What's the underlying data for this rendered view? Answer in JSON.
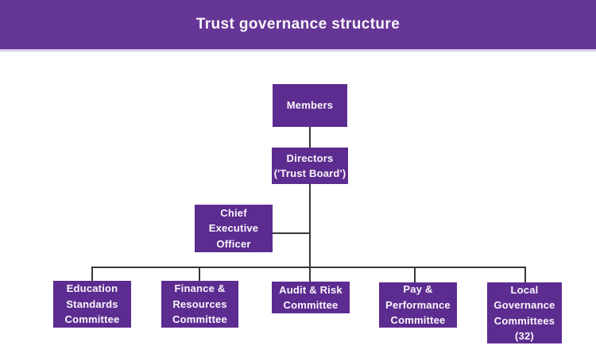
{
  "header": {
    "title": "Trust governance structure"
  },
  "colors": {
    "header_bg": "#663696",
    "header_text": "#f9f7fb",
    "accent_strip": "#d9cdea",
    "box_bg": "#5d2c90",
    "box_text": "#f9f7fb",
    "line": "#383838",
    "page_bg": "#ffffff"
  },
  "org_chart": {
    "nodes": [
      {
        "id": "members",
        "label": "Members"
      },
      {
        "id": "directors",
        "label": "Directors\n('Trust Board')"
      },
      {
        "id": "ceo",
        "label": "Chief\nExecutive\nOfficer"
      },
      {
        "id": "education-standards",
        "label": "Education\nStandards\nCommittee"
      },
      {
        "id": "finance-resources",
        "label": "Finance &\nResources\nCommittee"
      },
      {
        "id": "audit-risk",
        "label": "Audit & Risk\nCommittee"
      },
      {
        "id": "pay-performance",
        "label": "Pay &\nPerformance\nCommittee"
      },
      {
        "id": "local-governance",
        "label": "Local\nGovernance\nCommittees\n(32)"
      }
    ]
  }
}
